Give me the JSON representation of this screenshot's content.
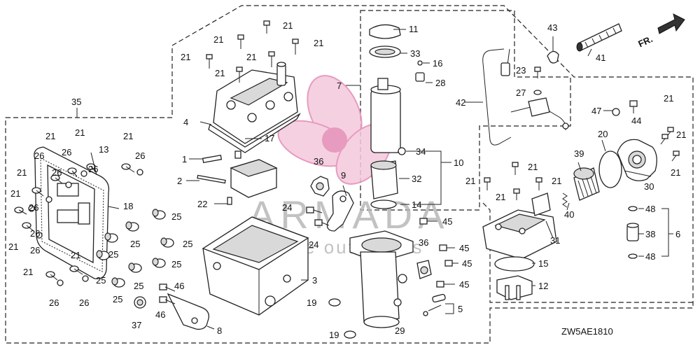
{
  "diagram_code": "ZW5AE1810",
  "watermark": {
    "brand": "ARMADA",
    "tagline": "marine outboards"
  },
  "orientation": {
    "label": "FR."
  },
  "callouts": {
    "c1": "1",
    "c2": "2",
    "c3": "3",
    "c4": "4",
    "c5": "5",
    "c6": "6",
    "c7": "7",
    "c8": "8",
    "c9": "9",
    "c10": "10",
    "c11": "11",
    "c12": "12",
    "c13": "13",
    "c14": "14",
    "c15": "15",
    "c16": "16",
    "c17": "17",
    "c18": "18",
    "c19": "19",
    "c20": "20",
    "c21": "21",
    "c22": "22",
    "c23": "23",
    "c24": "24",
    "c25": "25",
    "c26": "26",
    "c27": "27",
    "c28": "28",
    "c29": "29",
    "c30": "30",
    "c31": "31",
    "c32": "32",
    "c33": "33",
    "c34": "34",
    "c35": "35",
    "c36": "36",
    "c37": "37",
    "c38": "38",
    "c39": "39",
    "c40": "40",
    "c41": "41",
    "c42": "42",
    "c43": "43",
    "c44": "44",
    "c45": "45",
    "c46": "46",
    "c47": "47",
    "c48": "48"
  }
}
